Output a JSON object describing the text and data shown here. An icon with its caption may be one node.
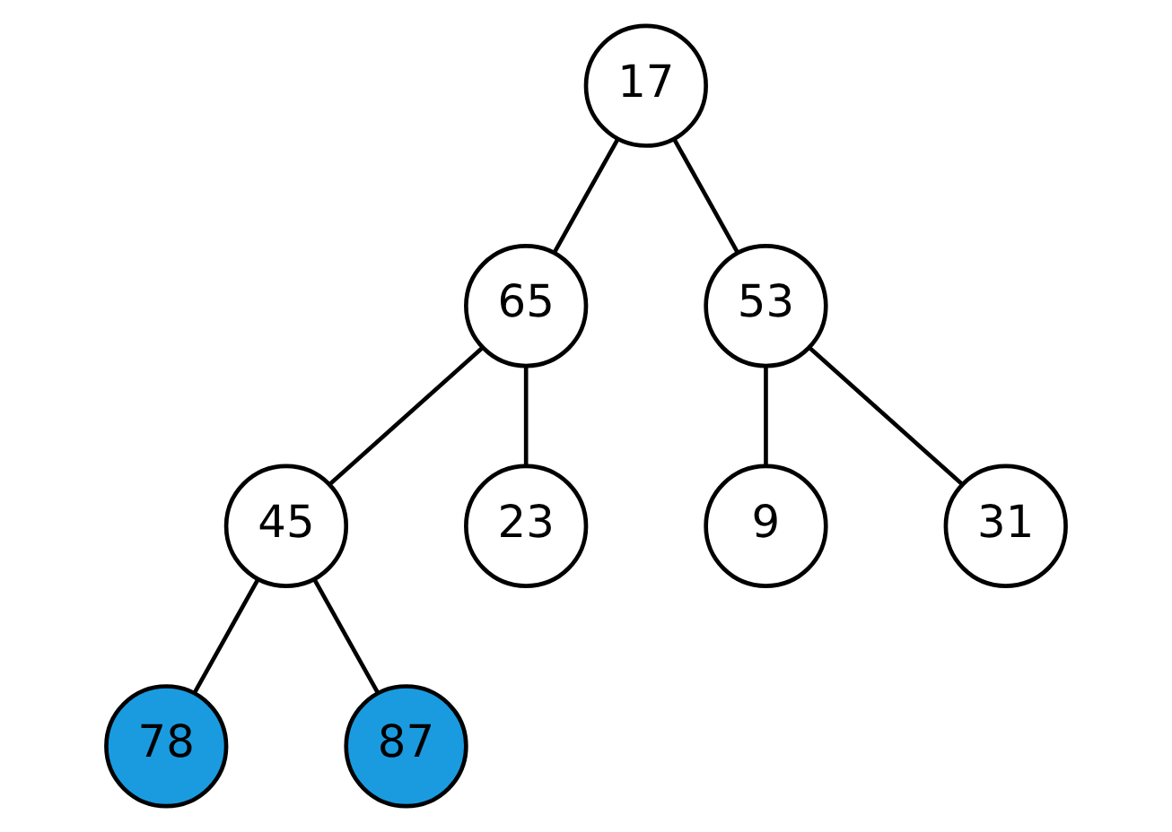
{
  "diagram": {
    "nodes": [
      {
        "text": [
          "17"
        ]
      },
      {
        "text": [
          "65"
        ]
      },
      {
        "text": [
          "53"
        ]
      },
      {
        "text": [
          "45"
        ]
      },
      {
        "text": [
          "23"
        ]
      },
      {
        "text": [
          "9"
        ]
      },
      {
        "text": [
          "31"
        ]
      },
      {
        "text": [
          "78"
        ]
      },
      {
        "text": [
          "87"
        ]
      }
    ],
    "edges": [
      {
        "from": 0,
        "to": 1,
        "arrow": "none"
      },
      {
        "from": 0,
        "to": 2,
        "arrow": "none"
      },
      {
        "from": 1,
        "to": 3,
        "arrow": "none"
      },
      {
        "from": 1,
        "to": 4,
        "arrow": "none"
      },
      {
        "from": 2,
        "to": 5,
        "arrow": "none"
      },
      {
        "from": 2,
        "to": 6,
        "arrow": "none"
      },
      {
        "from": 3,
        "to": 7,
        "arrow": "none"
      },
      {
        "from": 3,
        "to": 8,
        "arrow": "none"
      }
    ]
  }
}
